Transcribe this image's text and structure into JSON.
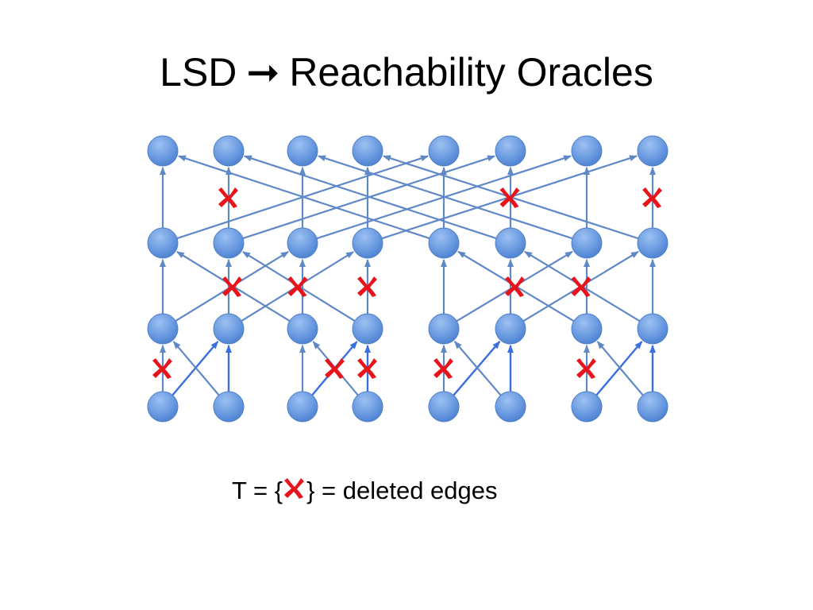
{
  "slide": {
    "title_left": "LSD",
    "title_arrow": "➞",
    "title_right": "Reachability Oracles",
    "caption_before": "T = {",
    "caption_after": "} = deleted edges"
  },
  "legend": {
    "mark_icon": "red-x-mark-icon"
  },
  "colors": {
    "node": "#5b8fd8",
    "node_highlight": "#8fb6ee",
    "edge": "#5f88c7",
    "highlight_edge": "#3a6fe0",
    "deleted_mark": "#e8141b"
  },
  "graph": {
    "layers": 4,
    "nodes_per_layer": 8,
    "edges": [
      {
        "from": [
          3,
          0
        ],
        "to": [
          2,
          0
        ]
      },
      {
        "from": [
          3,
          0
        ],
        "to": [
          2,
          1
        ],
        "highlight": true
      },
      {
        "from": [
          3,
          1
        ],
        "to": [
          2,
          1
        ],
        "highlight": true
      },
      {
        "from": [
          3,
          1
        ],
        "to": [
          2,
          0
        ]
      },
      {
        "from": [
          3,
          2
        ],
        "to": [
          2,
          2
        ]
      },
      {
        "from": [
          3,
          2
        ],
        "to": [
          2,
          3
        ],
        "highlight": true
      },
      {
        "from": [
          3,
          3
        ],
        "to": [
          2,
          3
        ],
        "highlight": true
      },
      {
        "from": [
          3,
          3
        ],
        "to": [
          2,
          2
        ]
      },
      {
        "from": [
          3,
          4
        ],
        "to": [
          2,
          4
        ]
      },
      {
        "from": [
          3,
          4
        ],
        "to": [
          2,
          5
        ],
        "highlight": true
      },
      {
        "from": [
          3,
          5
        ],
        "to": [
          2,
          5
        ],
        "highlight": true
      },
      {
        "from": [
          3,
          5
        ],
        "to": [
          2,
          4
        ]
      },
      {
        "from": [
          3,
          6
        ],
        "to": [
          2,
          6
        ]
      },
      {
        "from": [
          3,
          6
        ],
        "to": [
          2,
          7
        ],
        "highlight": true
      },
      {
        "from": [
          3,
          7
        ],
        "to": [
          2,
          7
        ],
        "highlight": true
      },
      {
        "from": [
          3,
          7
        ],
        "to": [
          2,
          6
        ]
      },
      {
        "from": [
          2,
          0
        ],
        "to": [
          1,
          0
        ]
      },
      {
        "from": [
          2,
          0
        ],
        "to": [
          1,
          2
        ]
      },
      {
        "from": [
          2,
          1
        ],
        "to": [
          1,
          1
        ]
      },
      {
        "from": [
          2,
          1
        ],
        "to": [
          1,
          3
        ]
      },
      {
        "from": [
          2,
          2
        ],
        "to": [
          1,
          2
        ]
      },
      {
        "from": [
          2,
          2
        ],
        "to": [
          1,
          0
        ]
      },
      {
        "from": [
          2,
          3
        ],
        "to": [
          1,
          3
        ]
      },
      {
        "from": [
          2,
          3
        ],
        "to": [
          1,
          1
        ]
      },
      {
        "from": [
          2,
          4
        ],
        "to": [
          1,
          4
        ]
      },
      {
        "from": [
          2,
          4
        ],
        "to": [
          1,
          6
        ]
      },
      {
        "from": [
          2,
          5
        ],
        "to": [
          1,
          5
        ]
      },
      {
        "from": [
          2,
          5
        ],
        "to": [
          1,
          7
        ]
      },
      {
        "from": [
          2,
          6
        ],
        "to": [
          1,
          6
        ]
      },
      {
        "from": [
          2,
          6
        ],
        "to": [
          1,
          4
        ]
      },
      {
        "from": [
          2,
          7
        ],
        "to": [
          1,
          7
        ]
      },
      {
        "from": [
          2,
          7
        ],
        "to": [
          1,
          5
        ]
      },
      {
        "from": [
          1,
          0
        ],
        "to": [
          0,
          0
        ]
      },
      {
        "from": [
          1,
          0
        ],
        "to": [
          0,
          4
        ]
      },
      {
        "from": [
          1,
          1
        ],
        "to": [
          0,
          1
        ]
      },
      {
        "from": [
          1,
          1
        ],
        "to": [
          0,
          5
        ]
      },
      {
        "from": [
          1,
          2
        ],
        "to": [
          0,
          2
        ]
      },
      {
        "from": [
          1,
          2
        ],
        "to": [
          0,
          6
        ]
      },
      {
        "from": [
          1,
          3
        ],
        "to": [
          0,
          3
        ]
      },
      {
        "from": [
          1,
          3
        ],
        "to": [
          0,
          7
        ]
      },
      {
        "from": [
          1,
          4
        ],
        "to": [
          0,
          4
        ]
      },
      {
        "from": [
          1,
          4
        ],
        "to": [
          0,
          0
        ]
      },
      {
        "from": [
          1,
          5
        ],
        "to": [
          0,
          5
        ]
      },
      {
        "from": [
          1,
          5
        ],
        "to": [
          0,
          1
        ]
      },
      {
        "from": [
          1,
          6
        ],
        "to": [
          0,
          6
        ]
      },
      {
        "from": [
          1,
          6
        ],
        "to": [
          0,
          2
        ]
      },
      {
        "from": [
          1,
          7
        ],
        "to": [
          0,
          7
        ]
      },
      {
        "from": [
          1,
          7
        ],
        "to": [
          0,
          3
        ]
      }
    ],
    "deleted": [
      {
        "from": [
          3,
          0
        ],
        "to": [
          2,
          0
        ]
      },
      {
        "from": [
          3,
          2
        ],
        "to": [
          2,
          3
        ]
      },
      {
        "from": [
          3,
          3
        ],
        "to": [
          2,
          3
        ]
      },
      {
        "from": [
          3,
          4
        ],
        "to": [
          2,
          4
        ]
      },
      {
        "from": [
          3,
          6
        ],
        "to": [
          2,
          6
        ]
      },
      {
        "from": [
          2,
          1
        ],
        "to": [
          1,
          3
        ]
      },
      {
        "from": [
          2,
          2
        ],
        "to": [
          1,
          0
        ]
      },
      {
        "from": [
          2,
          3
        ],
        "to": [
          1,
          3
        ]
      },
      {
        "from": [
          2,
          5
        ],
        "to": [
          1,
          7
        ]
      },
      {
        "from": [
          2,
          6
        ],
        "to": [
          1,
          4
        ]
      },
      {
        "from": [
          1,
          1
        ],
        "to": [
          0,
          1
        ]
      },
      {
        "from": [
          1,
          7
        ],
        "to": [
          0,
          3
        ]
      },
      {
        "from": [
          1,
          7
        ],
        "to": [
          0,
          7
        ]
      }
    ]
  }
}
